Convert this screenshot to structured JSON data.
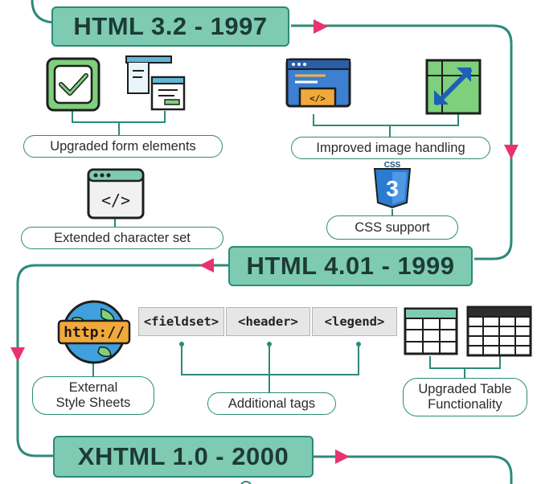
{
  "sections": [
    {
      "title": "HTML 3.2 - 1997"
    },
    {
      "title": "HTML 4.01 - 1999"
    },
    {
      "title": "XHTML 1.0 - 2000"
    }
  ],
  "html32": {
    "features": {
      "form_elements": "Upgraded form elements",
      "image_handling": "Improved image handling",
      "character_set": "Extended character set",
      "css": "CSS support"
    },
    "icons": {
      "checkbox": "checkbox-icon",
      "form_docs": "form-documents-icon",
      "browser_code": "browser-code-icon",
      "resize": "image-resize-icon",
      "code_window": "code-window-icon",
      "css3": "css3-shield-icon"
    },
    "code_symbol": "</>",
    "css_badge": "CSS",
    "css_number": "3"
  },
  "html401": {
    "features": {
      "style_sheets": "External\nStyle Sheets",
      "tags_label": "Additional tags",
      "tables": "Upgraded Table\nFunctionality"
    },
    "tags": [
      "<fieldset>",
      "<header>",
      "<legend>"
    ],
    "http_label": "http://",
    "icons": {
      "globe": "globe-http-icon",
      "table_small": "table-icon",
      "table_large": "table-grid-icon"
    }
  },
  "colors": {
    "teal_line": "#2c8a78",
    "badge_fill": "#7ecbb1",
    "arrow": "#e8336e"
  }
}
